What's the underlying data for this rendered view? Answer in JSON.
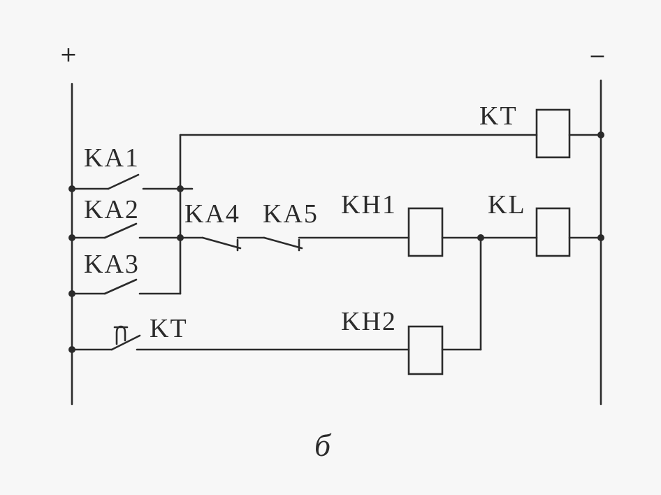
{
  "bus": {
    "positive": "+",
    "negative": "−"
  },
  "labels": {
    "kt_coil": "KT",
    "ka1": "KA1",
    "ka2": "KA2",
    "ka3": "KA3",
    "ka4": "KA4",
    "ka5": "KA5",
    "kh1": "KH1",
    "kl": "KL",
    "kh2": "KH2",
    "kt_contact": "KT"
  },
  "caption": "б",
  "colors": {
    "background": "#f7f7f7",
    "line": "#2b2b2b"
  }
}
